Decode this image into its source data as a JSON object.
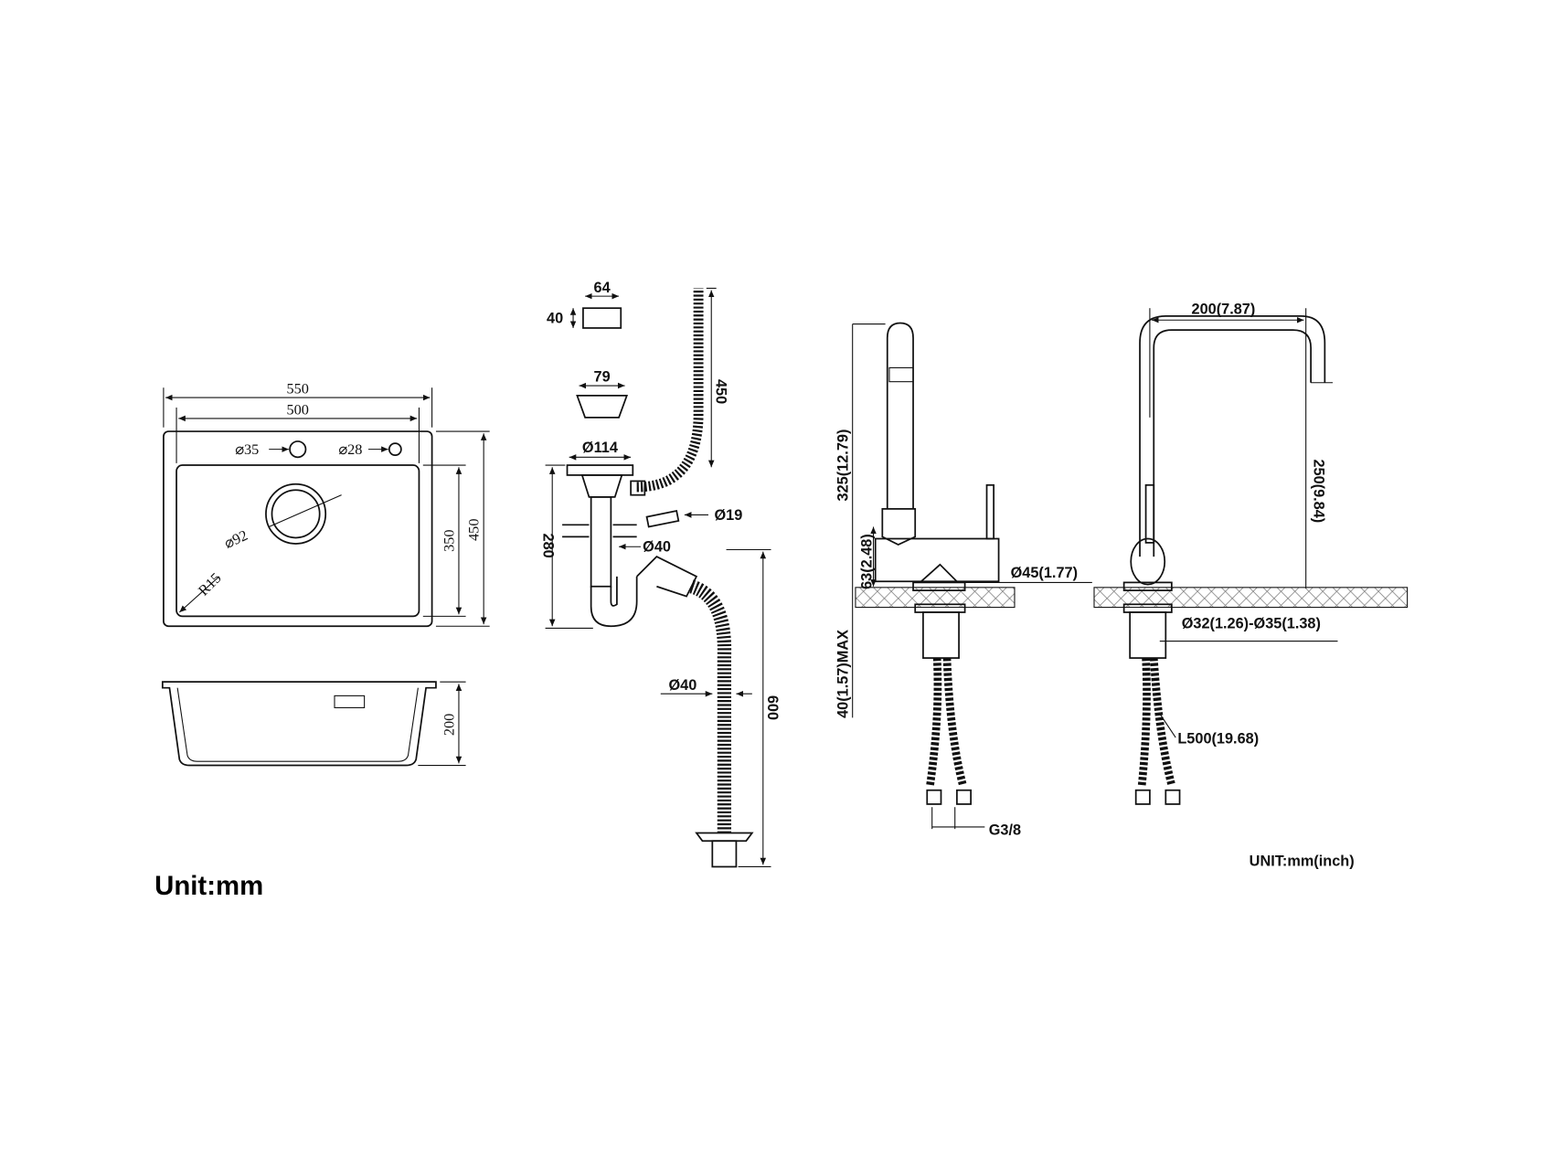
{
  "sink_top_view": {
    "overall_width": "550",
    "bowl_width": "500",
    "tap_hole_1": "⌀35",
    "tap_hole_2": "⌀28",
    "drain_diameter": "⌀92",
    "corner_radius": "R15",
    "bowl_depth_dim": "350",
    "overall_depth": "450"
  },
  "sink_side_view": {
    "height": "200"
  },
  "drain_kit": {
    "overflow_width": "64",
    "overflow_height": "40",
    "strainer_diameter": "79",
    "basket_diameter": "Ø114",
    "overflow_hose_length": "450",
    "overflow_pipe": "Ø19",
    "trap_height": "280",
    "trap_outlet": "Ø40",
    "hose_diameter": "Ø40",
    "hose_length": "600"
  },
  "faucet_side": {
    "height": "325(12.79)",
    "body_height": "63(2.48)",
    "base_diameter": "Ø45(1.77)",
    "max_counter": "40(1.57)MAX",
    "thread": "G3/8"
  },
  "faucet_front": {
    "reach": "200(7.87)",
    "spout_height": "250(9.84)",
    "hole_size": "Ø32(1.26)-Ø35(1.38)",
    "hose_length": "L500(19.68)"
  },
  "unit_left": "Unit:mm",
  "unit_right": "UNIT:mm(inch)"
}
